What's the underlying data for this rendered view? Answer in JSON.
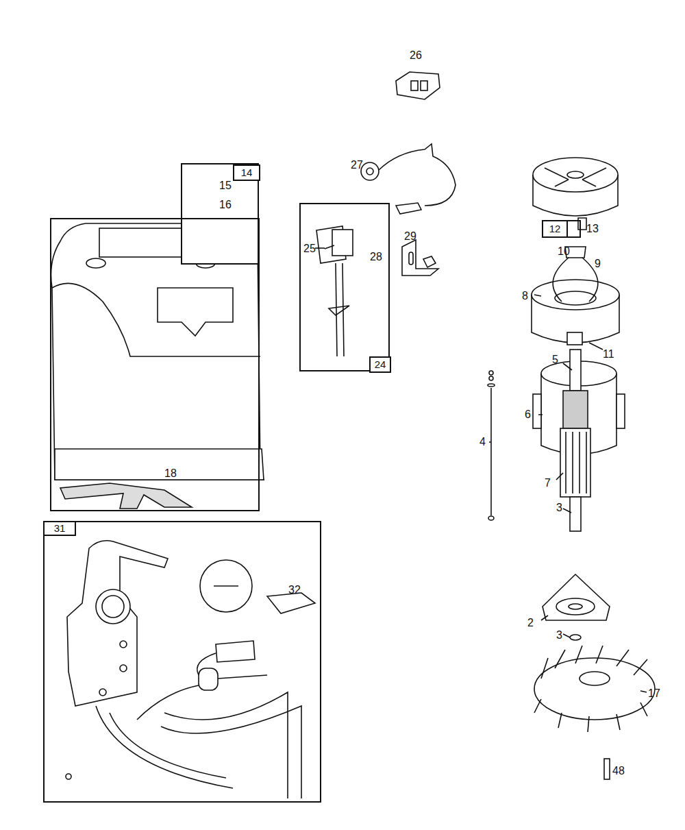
{
  "diagram": {
    "nodes": [
      {
        "text": [
          "14",
          "15",
          "16"
        ]
      },
      {
        "text": [
          "24",
          "25"
        ]
      },
      {
        "text": [
          "18"
        ]
      },
      {
        "text": [
          "12"
        ]
      },
      {
        "text": [
          "31",
          "32"
        ]
      }
    ],
    "labels": [
      "26",
      "27",
      "28",
      "29",
      "13",
      "10",
      "9",
      "8",
      "11",
      "5",
      "6",
      "7",
      "4",
      "3",
      "2",
      "3",
      "17",
      "48"
    ]
  }
}
